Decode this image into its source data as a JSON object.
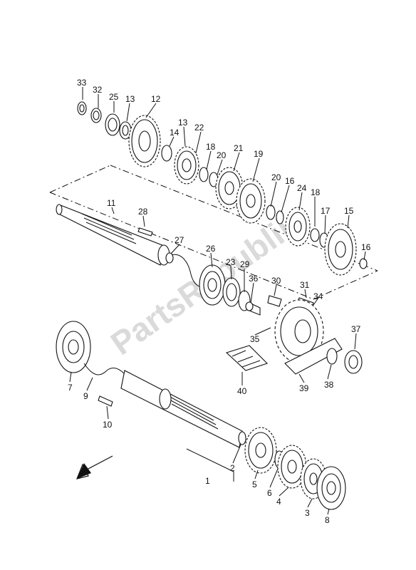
{
  "watermark": "PartsRepublik",
  "part_labels": [
    "33",
    "32",
    "25",
    "13",
    "12",
    "13",
    "14",
    "22",
    "18",
    "20",
    "21",
    "19",
    "20",
    "16",
    "24",
    "18",
    "17",
    "15",
    "16",
    "11",
    "28",
    "27",
    "26",
    "23",
    "29",
    "36",
    "30",
    "31",
    "34",
    "35",
    "37",
    "7",
    "9",
    "10",
    "40",
    "39",
    "38",
    "2",
    "1",
    "5",
    "6",
    "4",
    "3",
    "8"
  ],
  "colors": {
    "line": "#111111",
    "watermark": "#d4d4d4",
    "background": "#ffffff"
  },
  "icons": [
    "direction-arrow-icon"
  ]
}
